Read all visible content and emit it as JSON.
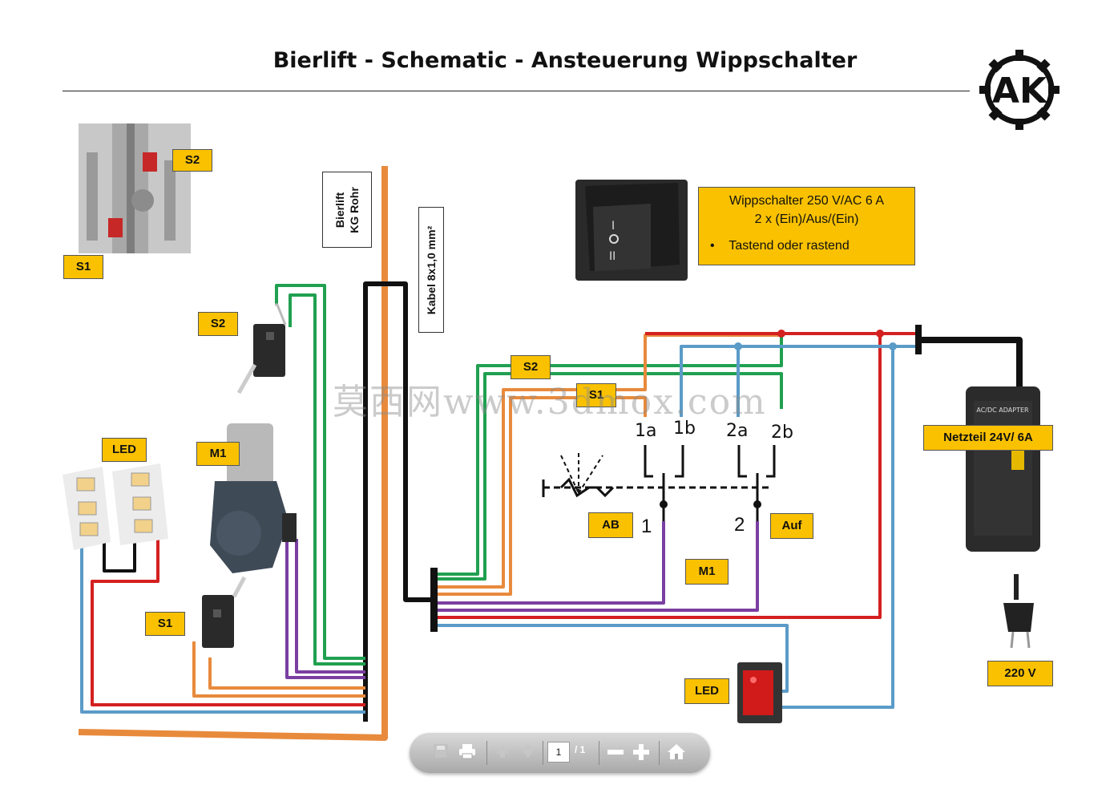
{
  "title": "Bierlift - Schematic - Ansteuerung Wippschalter",
  "logo_text": "AK",
  "labels": {
    "s2_photo": "S2",
    "s1_photo": "S1",
    "s2_switch": "S2",
    "s1_switch": "S1",
    "led_strip": "LED",
    "m1_motor": "M1",
    "s2_wiring": "S2",
    "s1_wiring": "S1",
    "ab": "AB",
    "auf": "Auf",
    "m1_wiring": "M1",
    "led_switch": "LED",
    "netzteil": "Netzteil 24V/ 6A",
    "mains": "220 V"
  },
  "vertical_labels": {
    "bierlift": [
      "Bierlift",
      "KG Rohr"
    ],
    "kabel": "Kabel 8x1,0 mm²"
  },
  "info_box": {
    "line1": "Wippschalter 250 V/AC 6 A",
    "line2": "2 x (Ein)/Aus/(Ein)",
    "bullet": "Tastend oder rastend"
  },
  "contacts": [
    "1a",
    "1b",
    "2a",
    "2b"
  ],
  "switch_numbers": [
    "1",
    "2"
  ],
  "adapter_text": "AC/DC ADAPTER",
  "watermark": "莫西网www.3dmox.com",
  "toolbar": {
    "page_current": "1",
    "page_total": "/ 1",
    "icons": [
      "save-icon",
      "print-icon",
      "up-icon",
      "down-icon",
      "zoom-out-icon",
      "zoom-in-icon",
      "home-icon"
    ]
  },
  "colors": {
    "accent_yellow": "#f9c100",
    "wire_green": "#20a050",
    "wire_orange": "#e88a3c",
    "wire_purple": "#7a3fa0",
    "wire_red": "#d42020",
    "wire_blue": "#5b9bc8",
    "wire_black": "#111111"
  }
}
